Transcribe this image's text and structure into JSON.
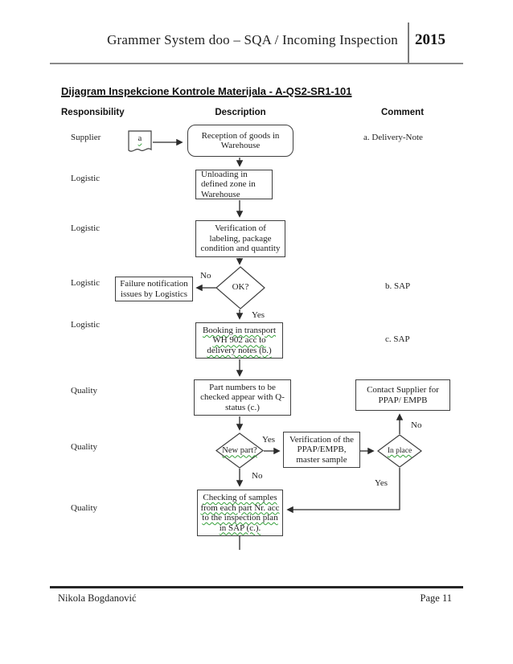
{
  "header": {
    "title": "Grammer System doo – SQA / Incoming Inspection",
    "year": "2015"
  },
  "diagram": {
    "title": "Dijagram Inspekcione Kontrole Materijala - A-QS2-SR1-101",
    "column_headers": {
      "responsibility": "Responsibility",
      "description": "Description",
      "comment": "Comment"
    },
    "responsibilities": [
      "Supplier",
      "Logistic",
      "Logistic",
      "Logistic",
      "Logistic",
      "Quality",
      "Quality",
      "Quality"
    ],
    "comments": [
      "a. Delivery-Note",
      "b. SAP",
      "c. SAP"
    ],
    "nodes": {
      "input_document": "a",
      "reception": "Reception of goods in Warehouse",
      "unloading": "Unloading in defined zone in Warehouse",
      "verification_labeling": "Verification of labeling, package condition and quantity",
      "ok_decision": "OK?",
      "failure_notification": "Failure notification issues by Logistics",
      "booking_transport": "Booking in transport WH 902 acc to delivery notes (b.)",
      "part_numbers": "Part numbers to be checked appear with Q-status (c.)",
      "contact_supplier": "Contact Supplier for PPAP/ EMPB",
      "new_part_decision": "New part?",
      "ppap_verification": "Verification of the PPAP/EMPB, master sample",
      "in_place_decision": "In place",
      "checking_samples": "Checking of samples from each part Nr. acc to the inspection plan in SAP (c.)."
    },
    "edge_labels": {
      "ok_no": "No",
      "ok_yes": "Yes",
      "new_part_yes": "Yes",
      "new_part_no": "No",
      "in_place_no": "No",
      "in_place_yes": "Yes"
    }
  },
  "footer": {
    "author": "Nikola Bogdanović",
    "page": "Page 11"
  },
  "colors": {
    "spellcheck_green": "#35a03a",
    "line_color": "#2b2b2b"
  }
}
